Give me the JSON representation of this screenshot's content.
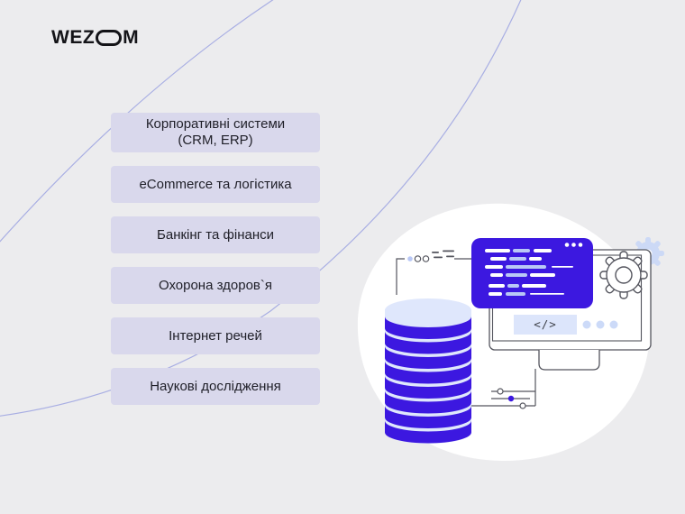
{
  "logo": {
    "text_before_o": "WEZ",
    "text_after_o": "M",
    "full_name": "WEZOM",
    "o_icon": "oval-o-icon"
  },
  "industries": {
    "items": [
      {
        "label": "Корпоративні системи",
        "sublabel": "(CRM, ERP)"
      },
      {
        "label": "eCommerce та логістика",
        "sublabel": ""
      },
      {
        "label": "Банкінг та фінанси",
        "sublabel": ""
      },
      {
        "label": "Охорона здоров`я",
        "sublabel": ""
      },
      {
        "label": "Інтернет речей",
        "sublabel": ""
      },
      {
        "label": "Наукові дослідження",
        "sublabel": ""
      }
    ]
  },
  "illustration": {
    "code_symbol": "</>",
    "icons": [
      "database-icon",
      "code-window-icon",
      "monitor-icon",
      "gear-icon",
      "highlight-gear-icon",
      "code-tag-box",
      "circuit-lines",
      "corner-bracket",
      "marker-circles"
    ]
  },
  "colors": {
    "background": "#ececee",
    "card_background": "#d9d8ec",
    "indigo": "#3c18e0",
    "periwinkle_bar": "#b9c8f6",
    "light_chip": "#dce5fb",
    "db_gap": "#dfe7fc",
    "outline_gray": "#54555e",
    "curve_line": "#a8aee3",
    "blob": "#ffffff",
    "text_dark": "#1f1f28"
  }
}
